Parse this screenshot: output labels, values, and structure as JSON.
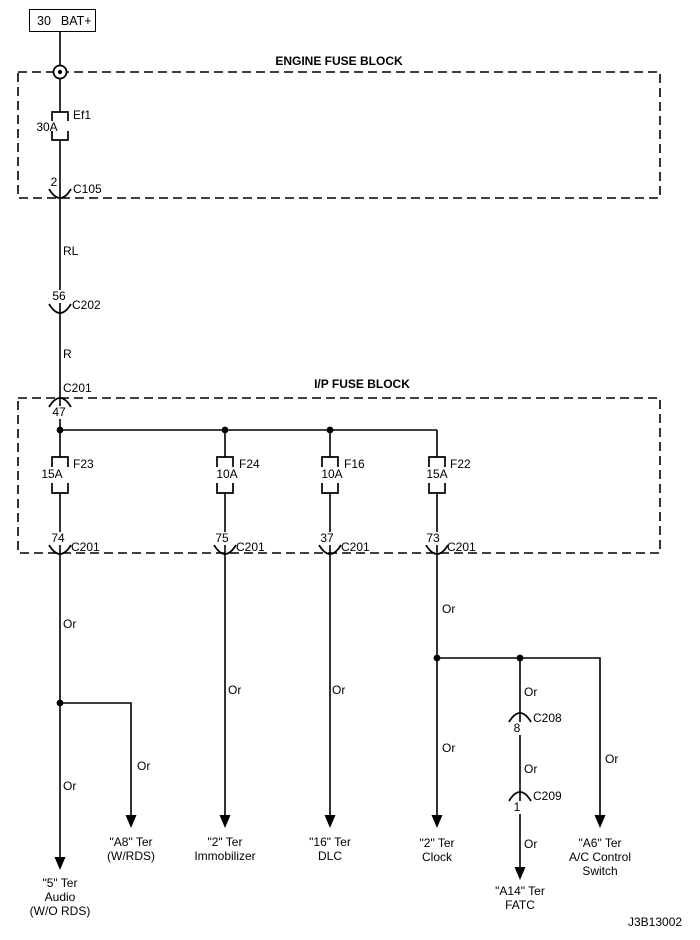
{
  "colors": {
    "ink": "#000000",
    "paper": "#ffffff"
  },
  "doc_id": "J3B13002",
  "power_source": {
    "pin": "30",
    "label": "BAT+"
  },
  "engine_fuse_block": {
    "title": "ENGINE FUSE BLOCK",
    "fuse": {
      "name": "Ef1",
      "rating": "30A"
    },
    "out_connector": {
      "pin": "2",
      "name": "C105"
    }
  },
  "wire_colors": {
    "battery_feed": "RL",
    "ip_feed": "R",
    "orange": "Or"
  },
  "connectors": {
    "c202": {
      "pin": "56",
      "name": "C202"
    },
    "c208": {
      "pin": "8",
      "name": "C208"
    },
    "c209": {
      "pin": "1",
      "name": "C209"
    }
  },
  "ip_fuse_block": {
    "title": "I/P FUSE BLOCK",
    "in_connector": {
      "name": "C201",
      "pin": "47"
    },
    "fuses": [
      {
        "name": "F23",
        "rating": "15A"
      },
      {
        "name": "F24",
        "rating": "10A"
      },
      {
        "name": "F16",
        "rating": "10A"
      },
      {
        "name": "F22",
        "rating": "15A"
      }
    ],
    "out_connectors": [
      {
        "pin": "74",
        "name": "C201"
      },
      {
        "pin": "75",
        "name": "C201"
      },
      {
        "pin": "37",
        "name": "C201"
      },
      {
        "pin": "73",
        "name": "C201"
      }
    ]
  },
  "terminals": {
    "audio": [
      "\"5\" Ter",
      "Audio",
      "(W/O RDS)"
    ],
    "audio_rds": [
      "\"A8\" Ter",
      "(W/RDS)"
    ],
    "immobilizer": [
      "\"2\" Ter",
      "Immobilizer"
    ],
    "dlc": [
      "\"16\" Ter",
      "DLC"
    ],
    "clock": [
      "\"2\" Ter",
      "Clock"
    ],
    "fatc": [
      "\"A14\" Ter",
      "FATC"
    ],
    "ac_control": [
      "\"A6\" Ter",
      "A/C Control",
      "Switch"
    ]
  }
}
